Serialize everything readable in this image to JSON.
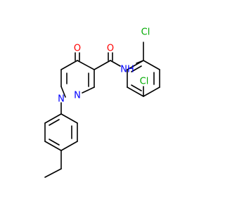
{
  "molecule": {
    "atoms": {
      "o_ketone": "O",
      "o_amide": "O",
      "n_amide": "NH",
      "n2": "N",
      "n1": "N",
      "cl_top": "Cl",
      "cl_bottom": "Cl"
    },
    "colors": {
      "oxygen": "#ff0000",
      "nitrogen": "#0000ff",
      "chlorine": "#00aa00",
      "bond": "#000000"
    }
  }
}
